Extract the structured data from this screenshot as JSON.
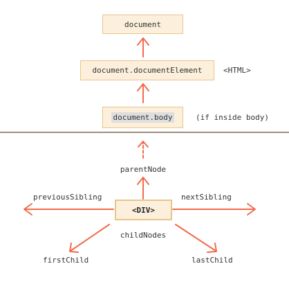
{
  "nodes": {
    "document": "document",
    "document_element": "document.documentElement",
    "body": "document.body",
    "div": "<DIV>"
  },
  "annotations": {
    "html_tag": "<HTML>",
    "body_note": "(if inside body)"
  },
  "relations": {
    "parent": "parentNode",
    "previous_sibling": "previousSibling",
    "next_sibling": "nextSibling",
    "child_nodes": "childNodes",
    "first_child": "firstChild",
    "last_child": "lastChild"
  },
  "colors": {
    "arrow": "#f26b4a",
    "box_fill": "#fcf0dc",
    "box_border": "#e8c58a",
    "divider": "#7a6a52"
  }
}
